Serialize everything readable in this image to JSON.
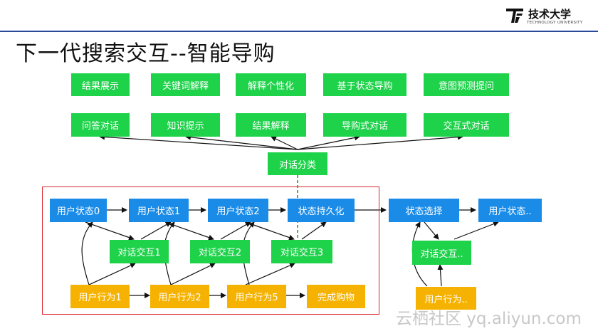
{
  "logo": {
    "name": "技术大学",
    "subtitle": "TECHNOLOGY UNIVERSITY"
  },
  "title": "下一代搜索交互--智能导购",
  "top_features_row1": [
    "结果展示",
    "关键词解释",
    "解释个性化",
    "基于状态导购",
    "意图预测提问"
  ],
  "top_features_row2": [
    "问答对话",
    "知识提示",
    "结果解释",
    "导购式对话",
    "交互式对话"
  ],
  "classifier": "对话分类",
  "states": [
    "用户状态0",
    "用户状态1",
    "用户状态2",
    "状态持久化",
    "状态选择",
    "用户状态.."
  ],
  "interactions": [
    "对话交互1",
    "对话交互2",
    "对话交互3",
    "对话交互.."
  ],
  "actions": [
    "用户行为1",
    "用户行为2",
    "用户行为5",
    "完成购物",
    "用户行为.."
  ],
  "watermark": "云栖社区 yq.aliyun.com",
  "colors": {
    "green": "#1ed24a",
    "blue": "#1a8ce8",
    "orange": "#f6b200",
    "frame": "#d9252c",
    "dashed": "#22aa22"
  }
}
